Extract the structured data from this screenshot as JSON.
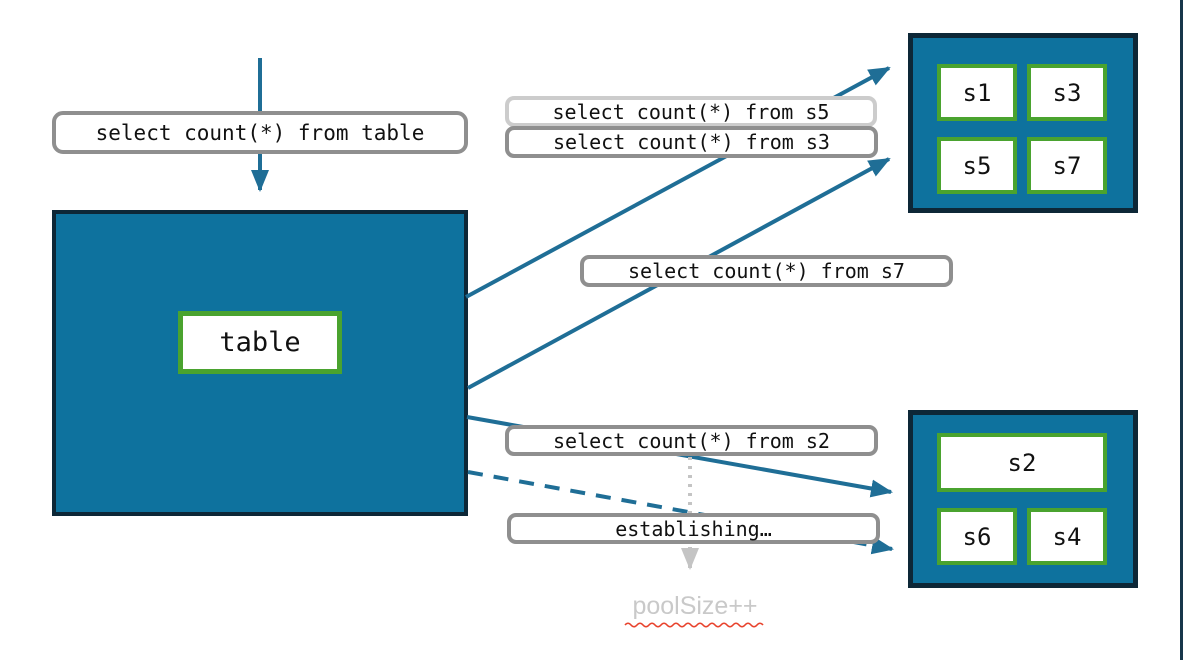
{
  "diagram": {
    "main_table": {
      "label": "table"
    },
    "query_labels": {
      "from_table": "select count(*) from table",
      "from_s5": "select count(*) from s5",
      "from_s3": "select count(*) from s3",
      "from_s7": "select count(*) from s7",
      "from_s2": "select count(*) from s2",
      "establishing": "establishing…"
    },
    "pool_note": "poolSize++",
    "shard_boxes": {
      "top": {
        "shards": [
          "s1",
          "s3",
          "s5",
          "s7"
        ]
      },
      "bottom": {
        "shards": [
          "s2",
          "s6",
          "s4"
        ]
      }
    },
    "arrows": [
      {
        "from": "client",
        "to": "table",
        "style": "solid"
      },
      {
        "from": "table",
        "to": "shard-box-top",
        "style": "solid",
        "count": 2
      },
      {
        "from": "table",
        "to": "shard-box-bottom",
        "style": "solid"
      },
      {
        "from": "table",
        "to": "shard-box-bottom",
        "style": "dashed"
      },
      {
        "from": "query-s2",
        "to": "pool-note",
        "style": "dotted-gray"
      }
    ],
    "colors": {
      "node_fill": "#0e729e",
      "node_border": "#0d2737",
      "shard_border": "#4aa32f",
      "arrow": "#1f6e96",
      "label_border": "#8f8f8f",
      "label_border_light": "#cccccc",
      "muted_text": "#c9c9c9",
      "squiggle": "#e8442e"
    }
  }
}
